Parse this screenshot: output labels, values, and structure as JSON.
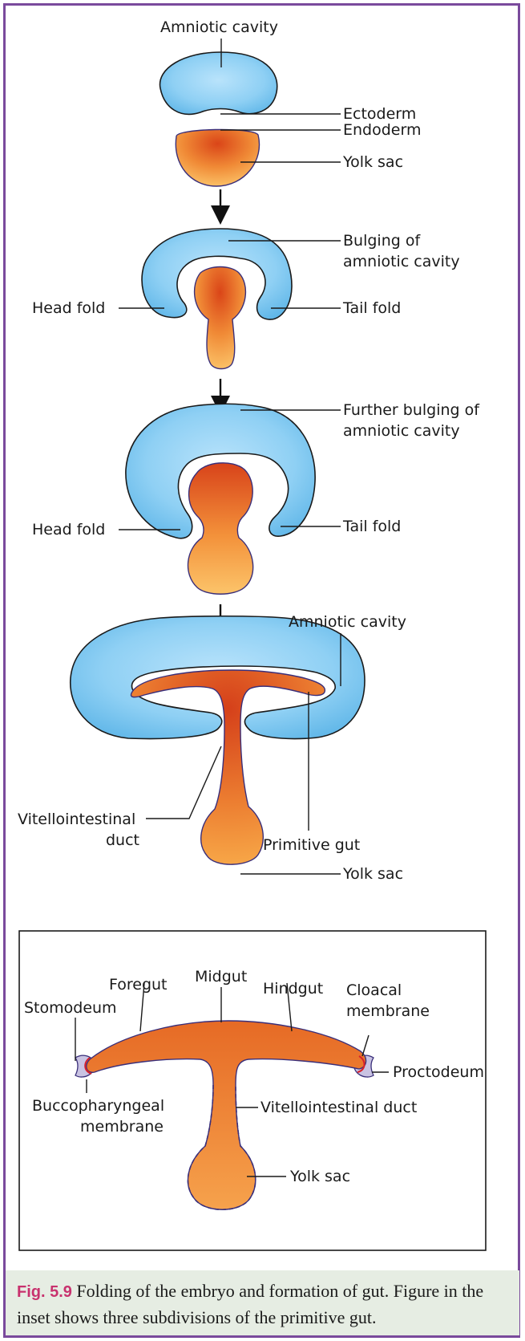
{
  "stage1": {
    "amniotic_cavity": "Amniotic cavity",
    "ectoderm": "Ectoderm",
    "endoderm": "Endoderm",
    "yolk_sac": "Yolk sac"
  },
  "stage2": {
    "bulging_line1": "Bulging of",
    "bulging_line2": "amniotic cavity",
    "head_fold": "Head fold",
    "tail_fold": "Tail fold"
  },
  "stage3": {
    "further_line1": "Further bulging of",
    "further_line2": "amniotic cavity",
    "head_fold": "Head fold",
    "tail_fold": "Tail fold"
  },
  "stage4": {
    "amniotic_cavity": "Amniotic cavity",
    "primitive_gut": "Primitive gut",
    "vitello_line1": "Vitellointestinal",
    "vitello_line2": "duct",
    "yolk_sac": "Yolk sac"
  },
  "inset": {
    "midgut": "Midgut",
    "foregut": "Foregut",
    "hindgut": "Hindgut",
    "cloacal_line1": "Cloacal",
    "cloacal_line2": "membrane",
    "stomodeum": "Stomodeum",
    "proctodeum": "Proctodeum",
    "bucco_line1": "Buccopharyngeal",
    "bucco_line2": "membrane",
    "vitellointestinal_duct": "Vitellointestinal duct",
    "yolk_sac": "Yolk sac"
  },
  "caption": {
    "fig_label": "Fig. 5.9",
    "text": "Folding of the embryo and formation of gut. Figure in the inset shows three subdivisions of the primitive gut."
  },
  "colors": {
    "frame": "#7a4a9c",
    "amnion": "#7dc6ef",
    "yolk_light": "#f9b85a",
    "yolk_dark": "#d9451a",
    "caption_bg": "#e6ede3",
    "fig_label": "#c8326e"
  }
}
